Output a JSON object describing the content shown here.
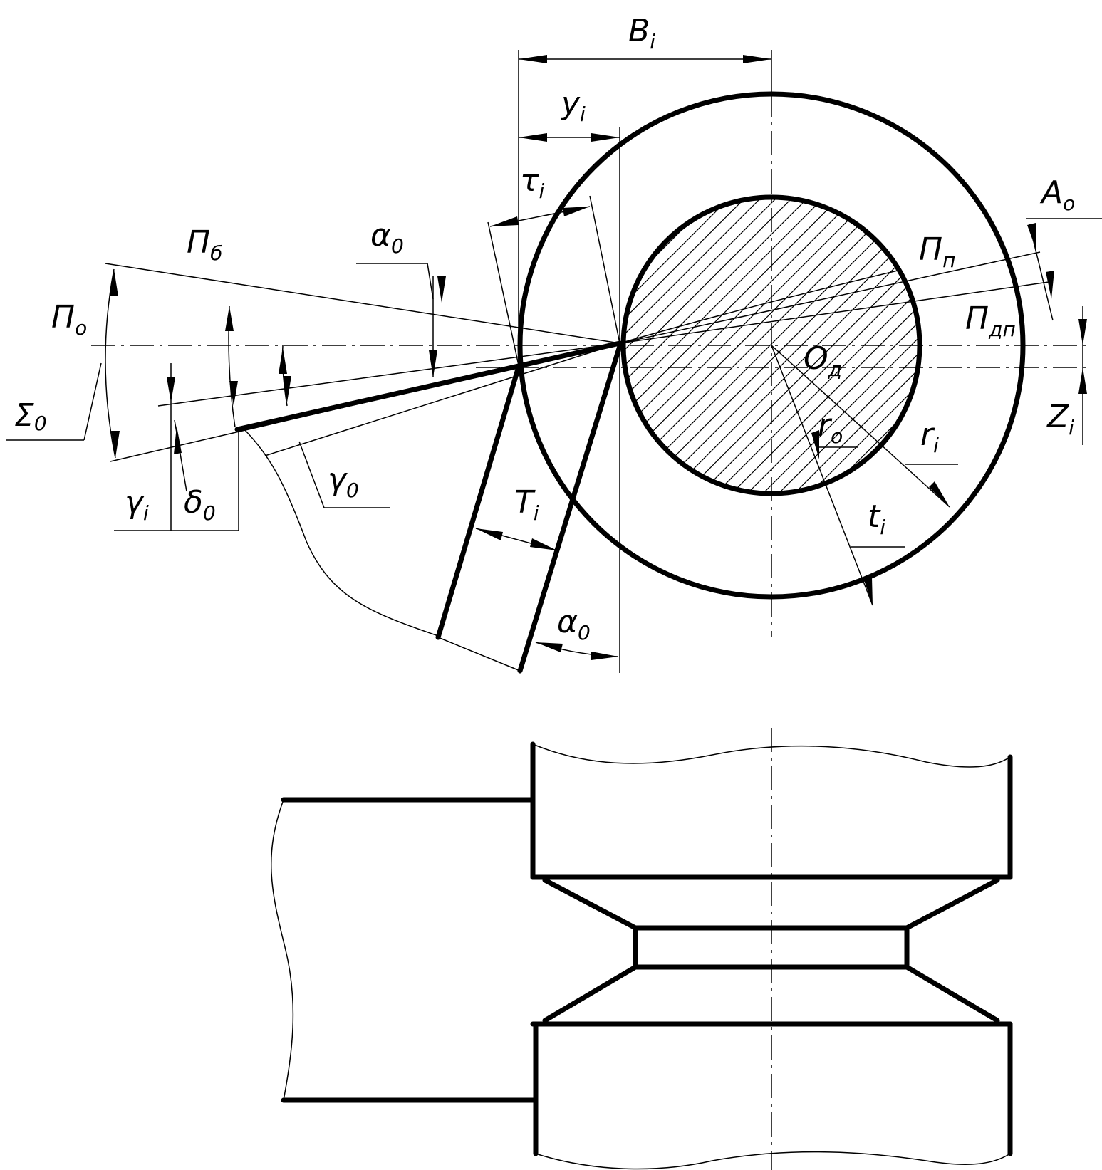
{
  "labels": {
    "Bi": {
      "main": "B",
      "sub": "i"
    },
    "yi": {
      "main": "y",
      "sub": "i"
    },
    "taui": {
      "main": "τ",
      "sub": "i"
    },
    "Ao": {
      "main": "A",
      "sub": "o"
    },
    "Pb": {
      "main": "П",
      "sub": "б"
    },
    "Pn": {
      "main": "П",
      "sub": "п"
    },
    "Pdn": {
      "main": "П",
      "sub": "дп"
    },
    "alpha0_top": {
      "main": "α",
      "sub": "0"
    },
    "Po": {
      "main": "П",
      "sub": "o"
    },
    "Sigma0": {
      "main": "Σ",
      "sub": "0"
    },
    "Od": {
      "main": "O",
      "sub": "д"
    },
    "Zi": {
      "main": "Z",
      "sub": "i"
    },
    "ro": {
      "main": "r",
      "sub": "o"
    },
    "ri": {
      "main": "r",
      "sub": "i"
    },
    "gamma0": {
      "main": "γ",
      "sub": "0"
    },
    "gammai": {
      "main": "γ",
      "sub": "i"
    },
    "delta0": {
      "main": "δ",
      "sub": "0"
    },
    "Ti": {
      "main": "T",
      "sub": "i"
    },
    "ti": {
      "main": "t",
      "sub": "i"
    },
    "alpha0_bottom": {
      "main": "α",
      "sub": "0"
    }
  }
}
